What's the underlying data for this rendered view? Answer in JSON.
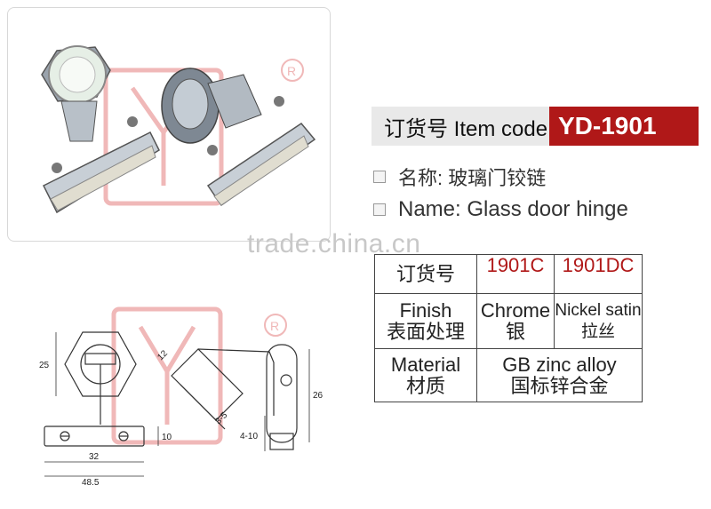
{
  "header": {
    "label": "订货号 Item code",
    "code": "YD-1901"
  },
  "names": [
    {
      "text": "名称:  玻璃门铰链"
    },
    {
      "text": "Name:  Glass door hinge"
    }
  ],
  "watermark": "trade.china.cn",
  "table": {
    "row1": {
      "label": "订货号",
      "c1": "1901C",
      "c2": "1901DC"
    },
    "row2": {
      "label_en": "Finish",
      "label_cn": "表面处理",
      "c1_en": "Chrome",
      "c1_cn": "银",
      "c2_en": "Nickel satin",
      "c2_cn": "拉丝"
    },
    "row3": {
      "label_en": "Material",
      "label_cn": "材质",
      "value_en": "GB zinc alloy",
      "value_cn": "国标锌合金"
    }
  },
  "dimensions": {
    "d25": "25",
    "d12": "12",
    "d35": "3-5",
    "d26": "26",
    "d410": "4-10",
    "d10": "10",
    "d32": "32",
    "d485": "48.5"
  },
  "colors": {
    "accent": "#b01818",
    "header_bg": "#e9e9e9",
    "logo_pink": "#f0b8b8"
  }
}
